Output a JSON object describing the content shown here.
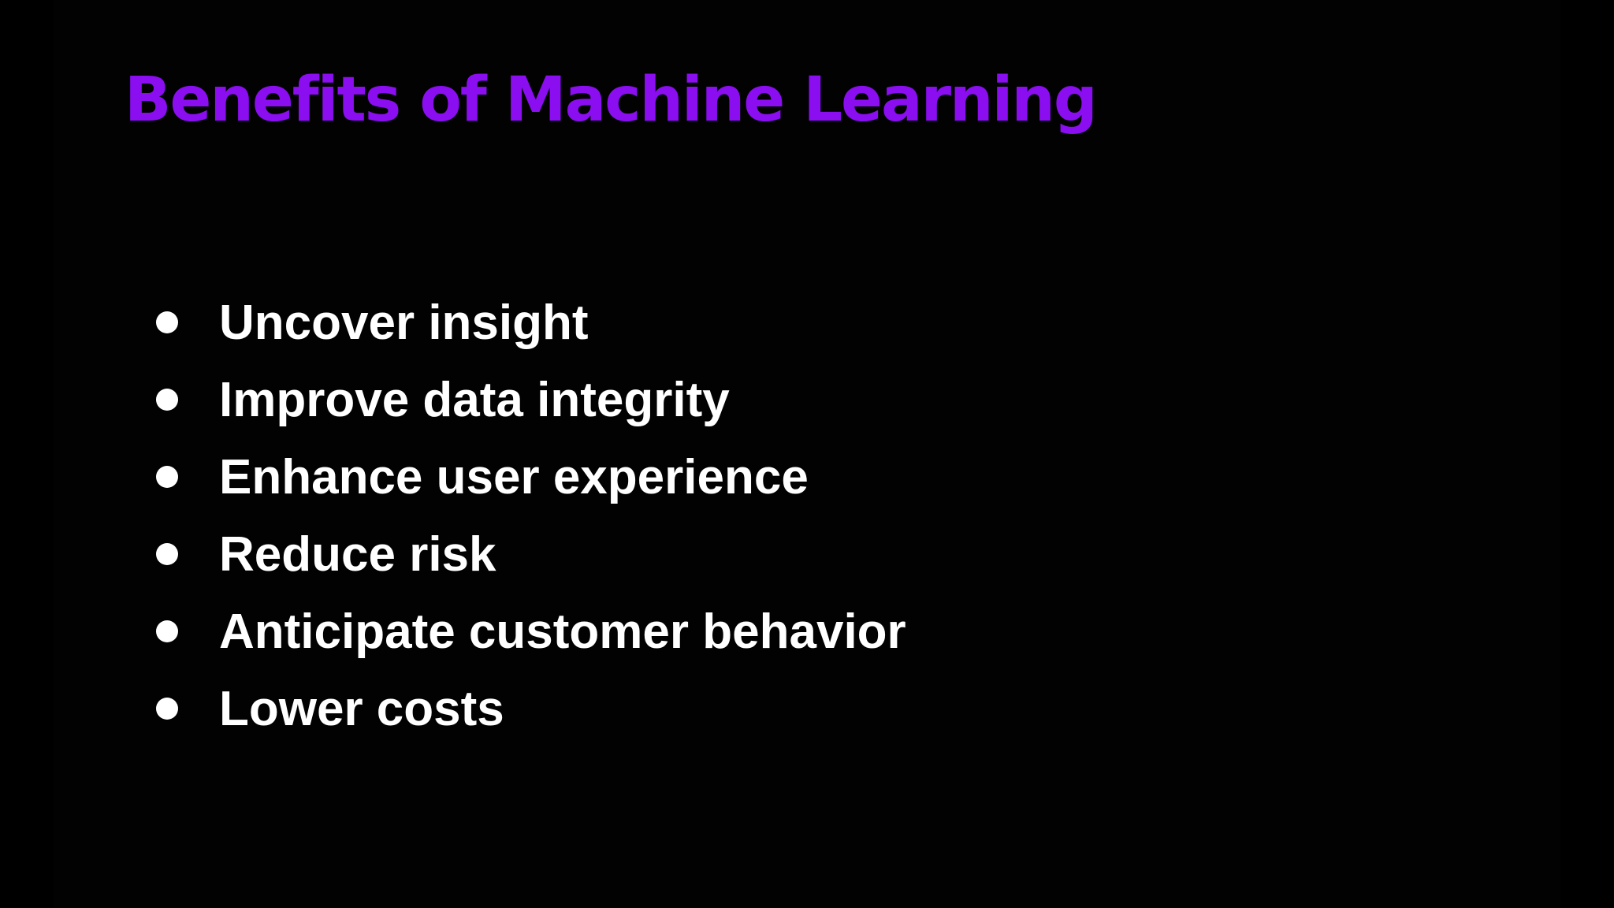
{
  "slide": {
    "title": "Benefits of Machine Learning",
    "bullets": [
      "Uncover insight",
      "Improve data integrity",
      "Enhance user experience",
      "Reduce risk",
      "Anticipate customer behavior",
      "Lower costs"
    ]
  },
  "colors": {
    "background": "#000000",
    "title": "#8A0EF0",
    "bullet_text": "#FFFFFF"
  }
}
